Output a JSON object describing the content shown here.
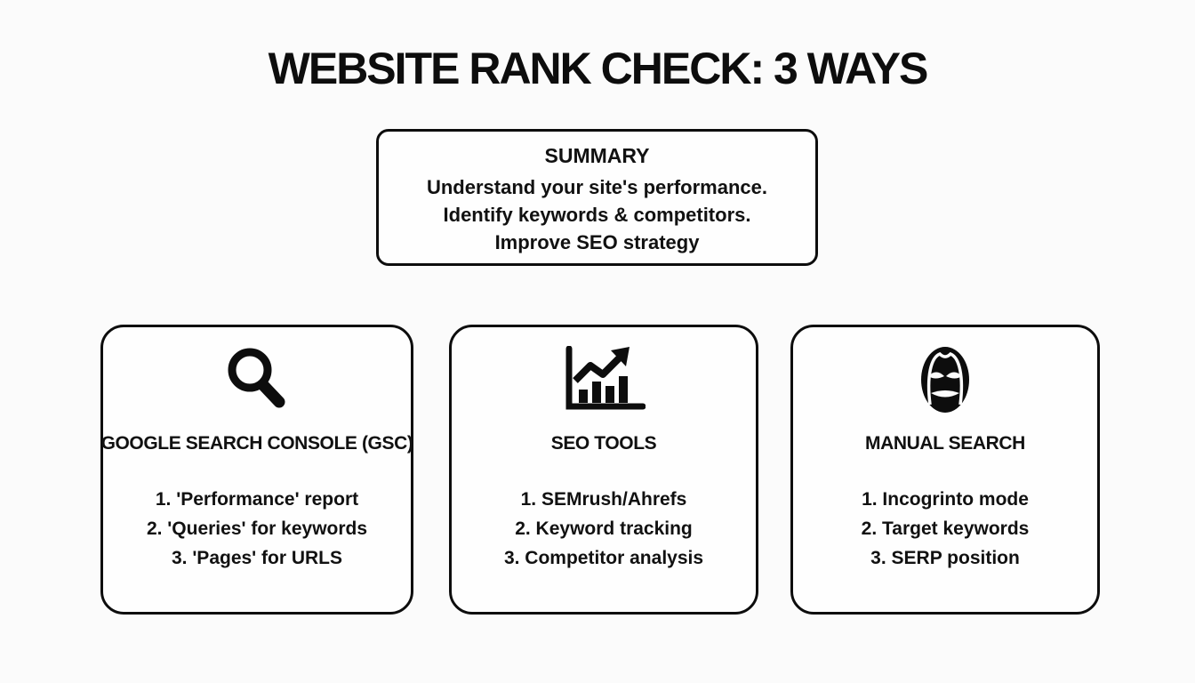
{
  "page": {
    "title": "WEBSITE RANK CHECK: 3 WAYS",
    "background_color": "#fbfbfb",
    "ink_color": "#0d0d0d"
  },
  "summary": {
    "heading": "SUMMARY",
    "lines": [
      "Understand your site's performance.",
      "Identify keywords & competitors.",
      "Improve SEO strategy"
    ]
  },
  "cards": [
    {
      "icon": "search-icon",
      "title": "GOOGLE SEARCH CONSOLE (GSC)",
      "items": [
        "1. 'Performance' report",
        "2. 'Queries' for keywords",
        "3. 'Pages' for URLS"
      ]
    },
    {
      "icon": "bar-chart-trend-icon",
      "title": "SEO TOOLS",
      "items": [
        "1. SEMrush/Ahrefs",
        "2. Keyword tracking",
        "3. Competitor analysis"
      ]
    },
    {
      "icon": "incognito-face-icon",
      "title": "MANUAL SEARCH",
      "items": [
        "1. Incogrinto mode",
        "2. Target keywords",
        "3. SERP position"
      ]
    }
  ]
}
